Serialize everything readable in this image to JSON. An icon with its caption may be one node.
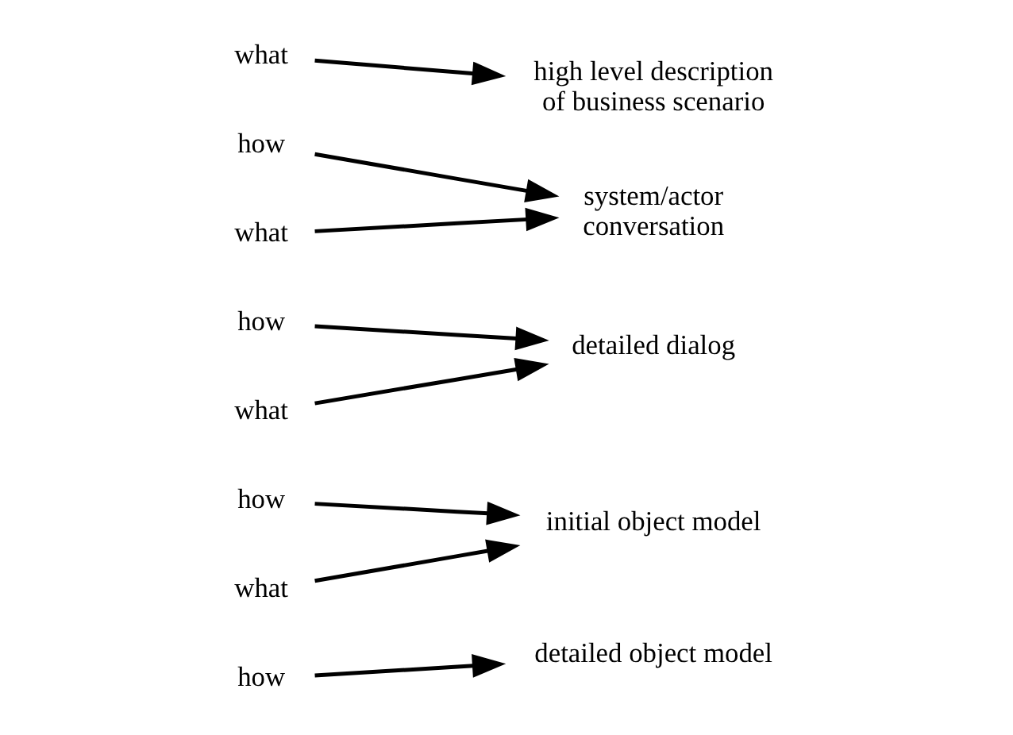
{
  "diagram": {
    "nodes": [
      {
        "text": [
          "high level description of business scenario"
        ]
      },
      {
        "text": [
          "system/actor conversation"
        ]
      },
      {
        "text": [
          "detailed dialog"
        ]
      },
      {
        "text": [
          "initial object model"
        ]
      },
      {
        "text": [
          "detailed object model"
        ]
      },
      {
        "text": [
          "what"
        ]
      },
      {
        "text": [
          "how"
        ]
      },
      {
        "text": [
          "what"
        ]
      },
      {
        "text": [
          "how"
        ]
      },
      {
        "text": [
          "what"
        ]
      },
      {
        "text": [
          "how"
        ]
      },
      {
        "text": [
          "what"
        ]
      },
      {
        "text": [
          "how"
        ]
      }
    ],
    "edges": [
      {
        "from": 5,
        "to": 0,
        "arrow": "to"
      },
      {
        "from": 6,
        "to": 1,
        "arrow": "to"
      },
      {
        "from": 7,
        "to": 1,
        "arrow": "to"
      },
      {
        "from": 8,
        "to": 2,
        "arrow": "to"
      },
      {
        "from": 9,
        "to": 2,
        "arrow": "to"
      },
      {
        "from": 10,
        "to": 3,
        "arrow": "to"
      },
      {
        "from": 11,
        "to": 3,
        "arrow": "to"
      },
      {
        "from": 12,
        "to": 4,
        "arrow": "to"
      }
    ]
  }
}
